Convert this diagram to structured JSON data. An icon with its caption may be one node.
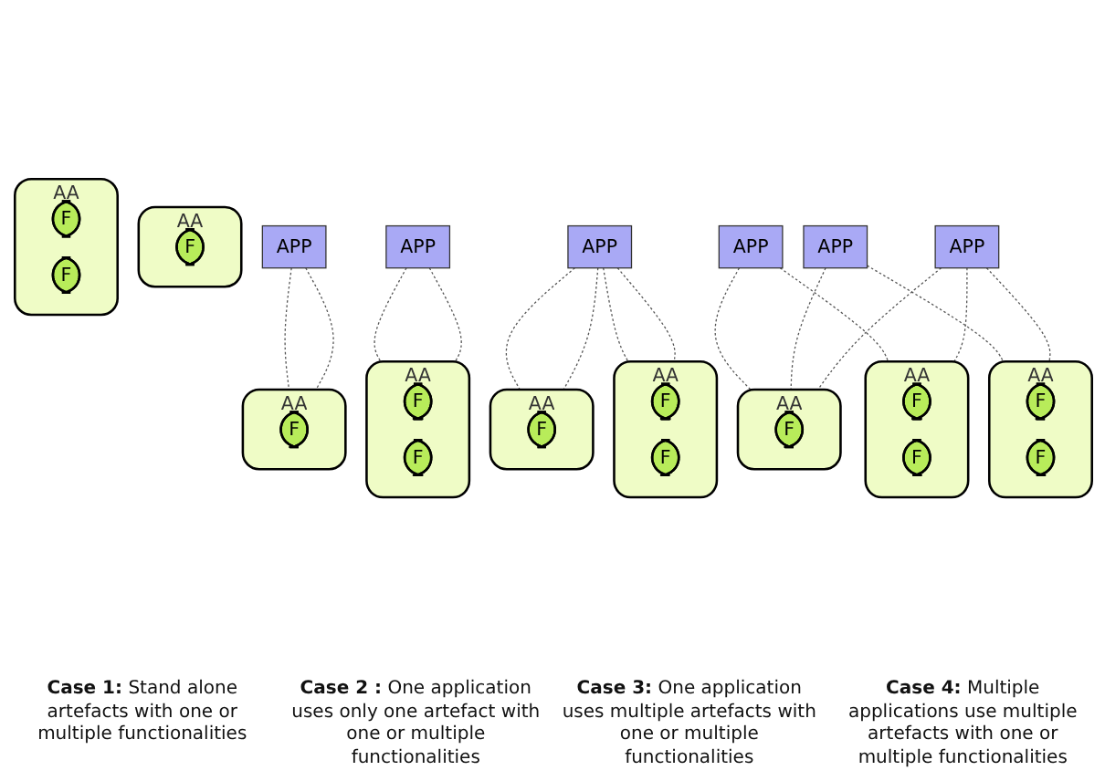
{
  "diagram": {
    "nodes": [
      {
        "text": [
          "AA"
        ]
      },
      {
        "text": [
          "F"
        ],
        "in": 0
      },
      {
        "text": [
          "AA"
        ]
      },
      {
        "text": [
          "F"
        ],
        "in": 2
      },
      {
        "text": [
          "F"
        ],
        "in": 2
      },
      {
        "text": [
          "APP"
        ]
      },
      {
        "text": [
          "APP"
        ]
      },
      {
        "text": [
          "AA"
        ]
      },
      {
        "text": [
          "F"
        ],
        "in": 7
      },
      {
        "text": [
          "AA"
        ]
      },
      {
        "text": [
          "F"
        ],
        "in": 9
      },
      {
        "text": [
          "F"
        ],
        "in": 9
      },
      {
        "text": [
          "APP"
        ]
      },
      {
        "text": [
          "AA"
        ]
      },
      {
        "text": [
          "F"
        ],
        "in": 13
      },
      {
        "text": [
          "AA"
        ]
      },
      {
        "text": [
          "F"
        ],
        "in": 15
      },
      {
        "text": [
          "F"
        ],
        "in": 15
      },
      {
        "text": [
          "APP"
        ]
      },
      {
        "text": [
          "APP"
        ]
      },
      {
        "text": [
          "APP"
        ]
      },
      {
        "text": [
          "AA"
        ]
      },
      {
        "text": [
          "F"
        ],
        "in": 21
      },
      {
        "text": [
          "F"
        ],
        "in": 21
      },
      {
        "text": [
          "AA"
        ]
      },
      {
        "text": [
          "F"
        ],
        "in": 24
      },
      {
        "text": [
          "AA"
        ]
      },
      {
        "text": [
          "F"
        ],
        "in": 26
      },
      {
        "text": [
          "F"
        ],
        "in": 26
      }
    ],
    "edges": [
      {
        "from": 5,
        "to": 7,
        "arrow": "none",
        "style": "dashed"
      },
      {
        "from": 5,
        "to": 7,
        "arrow": "none",
        "style": "dashed"
      },
      {
        "from": 6,
        "to": 9,
        "arrow": "none",
        "style": "dashed"
      },
      {
        "from": 6,
        "to": 9,
        "arrow": "none",
        "style": "dashed"
      },
      {
        "from": 12,
        "to": 13,
        "arrow": "none",
        "style": "dashed"
      },
      {
        "from": 12,
        "to": 13,
        "arrow": "none",
        "style": "dashed"
      },
      {
        "from": 12,
        "to": 15,
        "arrow": "none",
        "style": "dashed"
      },
      {
        "from": 12,
        "to": 15,
        "arrow": "none",
        "style": "dashed"
      },
      {
        "from": 18,
        "to": 24,
        "arrow": "none",
        "style": "dashed"
      },
      {
        "from": 18,
        "to": 26,
        "arrow": "none",
        "style": "dashed"
      },
      {
        "from": 19,
        "to": 21,
        "arrow": "none",
        "style": "dashed"
      },
      {
        "from": 19,
        "to": 24,
        "arrow": "none",
        "style": "dashed"
      },
      {
        "from": 20,
        "to": 21,
        "arrow": "none",
        "style": "dashed"
      },
      {
        "from": 20,
        "to": 24,
        "arrow": "none",
        "style": "dashed"
      },
      {
        "from": 20,
        "to": 26,
        "arrow": "none",
        "style": "dashed"
      }
    ],
    "labels": [
      "**Case 1:** Stand alone artefacts with one or multiple functionalities",
      "**Case 2 :** One application uses only one artefact with one or multiple functionalities",
      "**Case 3:** One application uses multiple artefacts with one or multiple functionalities",
      "**Case 4:** Multiple applications use multiple artefacts with one or multiple functionalities"
    ]
  }
}
